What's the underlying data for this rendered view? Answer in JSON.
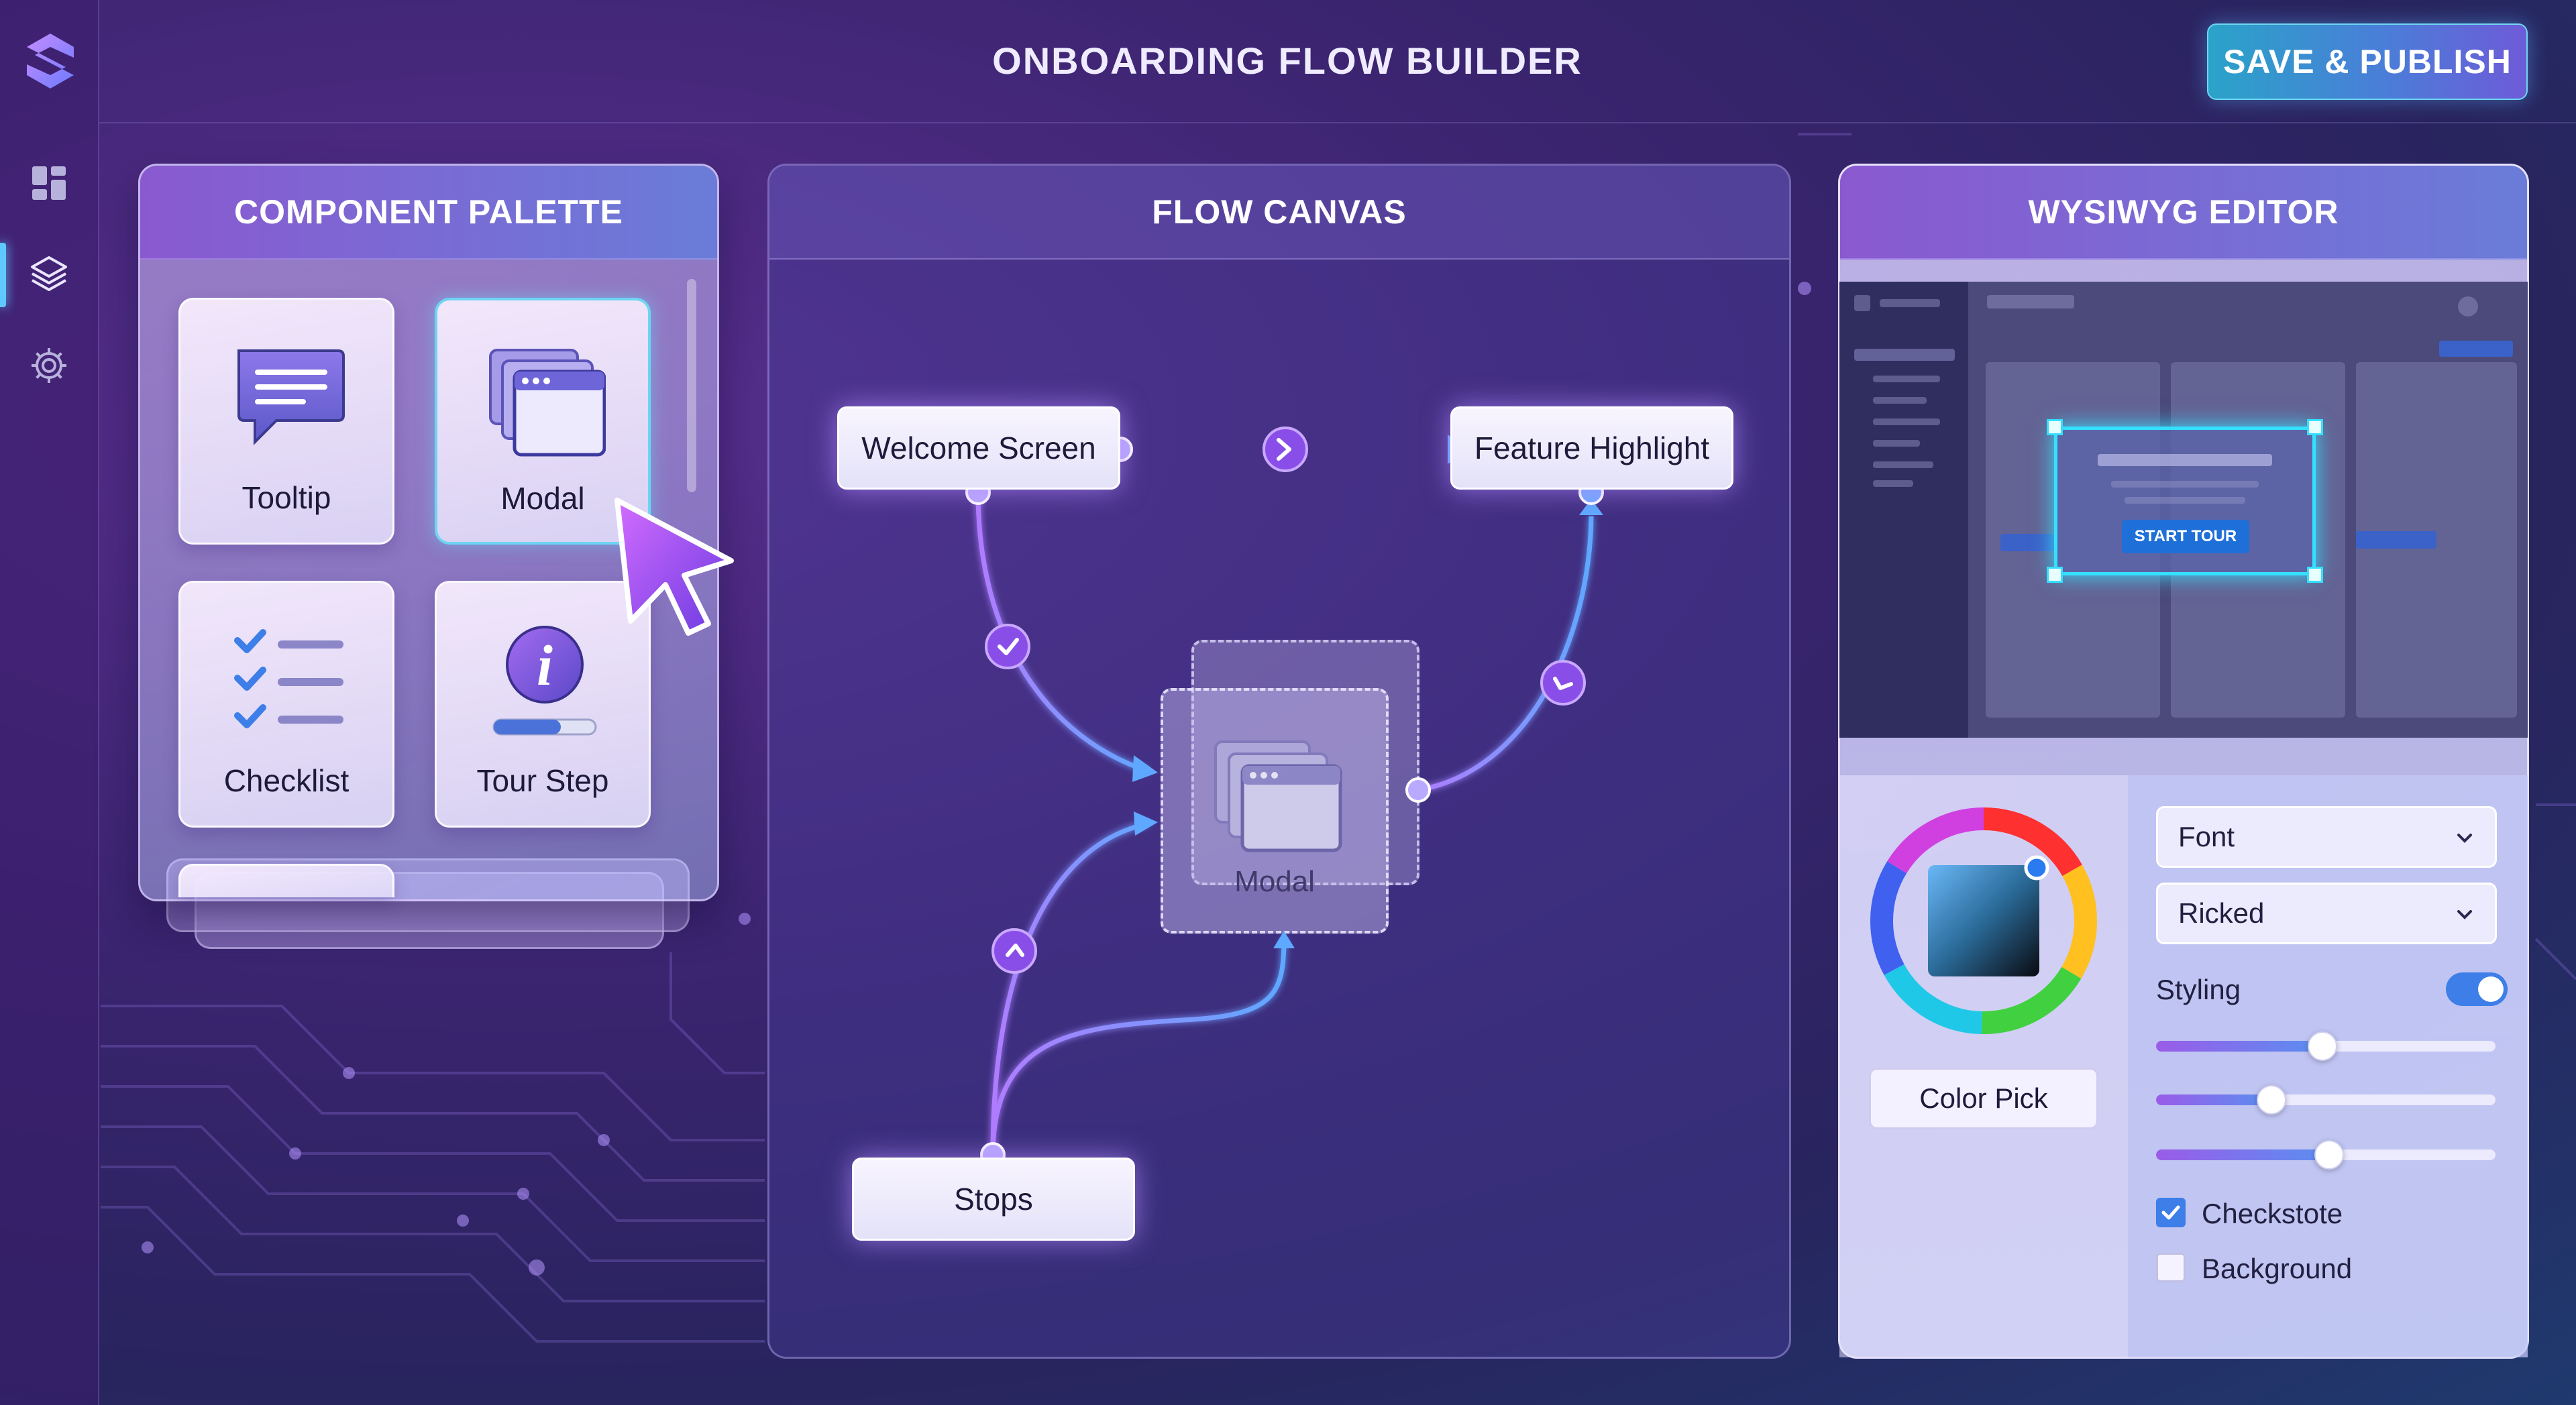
{
  "header": {
    "title": "ONBOARDING FLOW BUILDER",
    "publish_button": "SAVE & PUBLISH"
  },
  "sidebar": {
    "icons": [
      "dashboard-icon",
      "layers-icon",
      "settings-gear-icon"
    ],
    "active_index": 1
  },
  "palette": {
    "title": "COMPONENT PALETTE",
    "items": [
      {
        "label": "Tooltip",
        "icon": "tooltip-icon"
      },
      {
        "label": "Modal",
        "icon": "modal-window-icon"
      },
      {
        "label": "Checklist",
        "icon": "checklist-icon"
      },
      {
        "label": "Tour Step",
        "icon": "info-icon"
      }
    ],
    "selected": "Modal"
  },
  "canvas": {
    "title": "FLOW CANVAS",
    "nodes": [
      {
        "label": "Welcome Screen"
      },
      {
        "label": "Feature Highlight"
      },
      {
        "label": "Modal"
      },
      {
        "label": "Stops"
      }
    ]
  },
  "editor": {
    "title": "WYSIWYG EDITOR",
    "preview": {
      "cta": "START TOUR"
    },
    "color_pick_button": "Color Pick",
    "font_select": "Font",
    "font_value_select": "Ricked",
    "styling_label": "Styling",
    "styling_toggle": true,
    "sliders": [
      0.49,
      0.34,
      0.51
    ],
    "checkboxes": [
      {
        "label": "Checkstote",
        "checked": true
      },
      {
        "label": "Background",
        "checked": false
      }
    ]
  },
  "colors": {
    "accent_cyan": "#6ed4f2",
    "brand_purple": "#8a59d0",
    "toggle_blue": "#3d7ee8"
  }
}
